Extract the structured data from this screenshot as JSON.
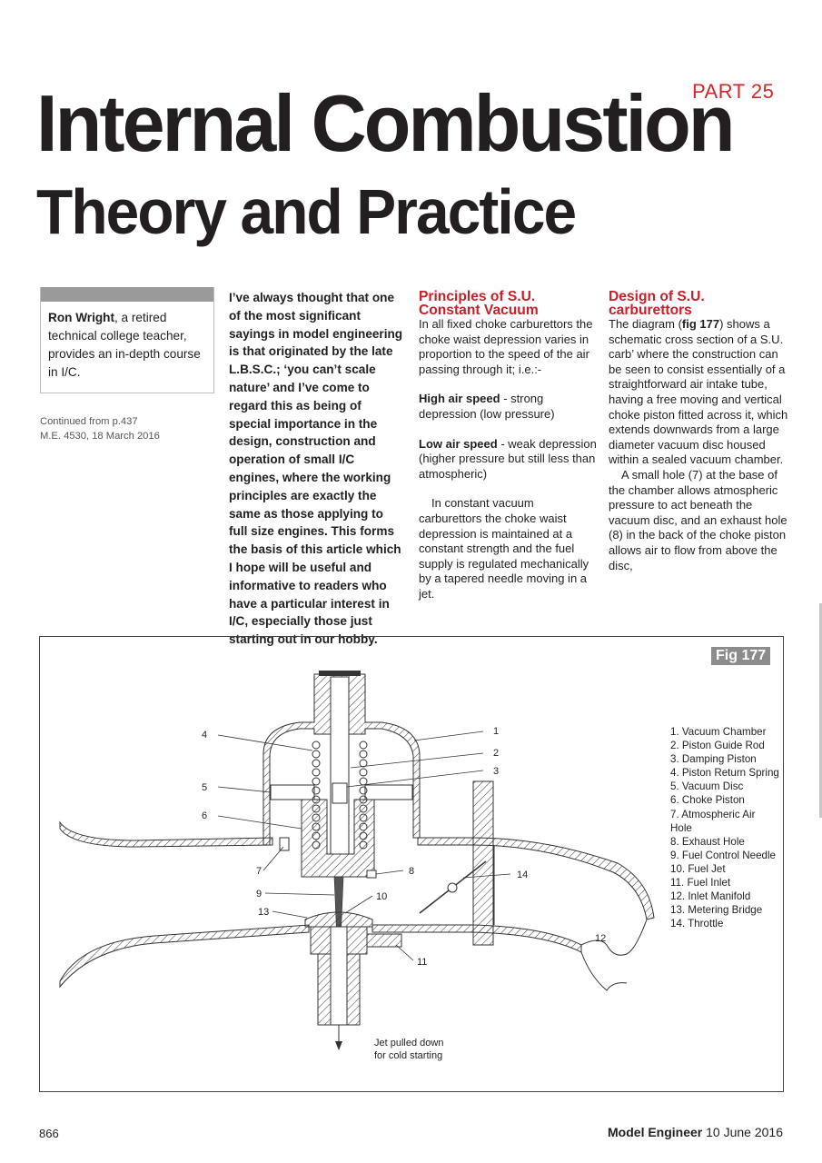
{
  "header": {
    "part_label": "PART 25",
    "title_line1": "Internal Combustion",
    "title_line2": "Theory and Practice"
  },
  "author": {
    "name": "Ron Wright",
    "description": ", a retired technical college teacher, provides an in-depth course in I/C."
  },
  "continued": {
    "line1": "Continued from p.437",
    "line2": "M.E. 4530, 18 March 2016"
  },
  "intro": "I’ve always thought that one of the most significant sayings in model engineering is that originated by the late L.B.S.C.; ‘you can’t scale nature’ and I’ve come to regard this as being of special importance in the design, construction and operation of small I/C engines, where the working principles are exactly the same as those applying to full size engines. This forms the basis of this article which I hope will be useful and informative to readers who have a particular interest in I/C, especially those just starting out in our hobby.",
  "section1": {
    "heading": "Principles of S.U. Constant Vacuum",
    "para1": "In all fixed choke carburettors the choke waist depression varies in proportion to the speed of the air passing through it; i.e.:-",
    "high_label": "High air speed",
    "high_text": " - strong depression (low pressure)",
    "low_label": "Low air speed",
    "low_text": " - weak depression (higher pressure but still less than atmospheric)",
    "para2": "In constant vacuum carburettors the choke waist depression is maintained at a constant strength and the fuel supply is regulated mechanically by a tapered needle moving in a jet."
  },
  "section2": {
    "heading": "Design of S.U. carburettors",
    "para1_pre": "The diagram (",
    "para1_ref": "fig 177",
    "para1_post": ") shows a schematic cross section of a S.U. carb’ where the construction can be seen to consist essentially of a straightforward air intake tube, having a free moving and vertical choke piston fitted across it, which extends downwards from a large diameter vacuum disc housed within a sealed vacuum chamber.",
    "para2": "A small hole (7) at the base of the chamber allows atmospheric pressure to act beneath the vacuum disc, and an exhaust hole (8) in the back of the choke piston allows air to flow from above the disc,"
  },
  "figure": {
    "label": "Fig 177",
    "caption": "Jet pulled down",
    "caption2": "for cold starting",
    "callouts": [
      "1",
      "2",
      "3",
      "4",
      "5",
      "6",
      "7",
      "8",
      "9",
      "10",
      "11",
      "12",
      "13",
      "14"
    ],
    "legend": [
      "1. Vacuum Chamber",
      "2. Piston Guide Rod",
      "3. Damping Piston",
      "4. Piston Return Spring",
      "5. Vacuum Disc",
      "6. Choke Piston",
      "7. Atmospheric Air Hole",
      "8. Exhaust Hole",
      "9. Fuel Control Needle",
      "10. Fuel Jet",
      "11. Fuel Inlet",
      "12. Inlet Manifold",
      "13. Metering Bridge",
      "14. Throttle"
    ]
  },
  "footer": {
    "page_number": "866",
    "magazine": "Model Engineer",
    "date": " 10 June 2016"
  }
}
